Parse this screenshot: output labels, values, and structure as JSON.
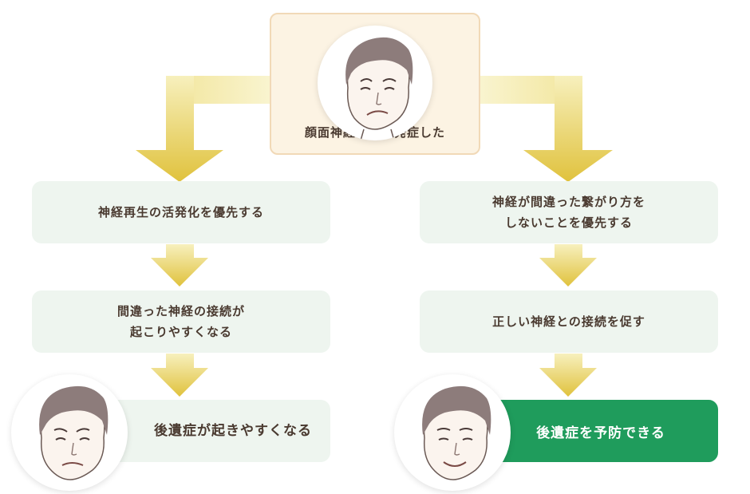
{
  "top": {
    "label": "顔面神経まひを発症した"
  },
  "left": {
    "step1": "神経再生の活発化を優先する",
    "step2": [
      "間違った神経の接続が",
      "起こりやすくなる"
    ],
    "result": "後遺症が起きやすくなる"
  },
  "right": {
    "step1": [
      "神経が間違った繋がり方を",
      "しないことを優先する"
    ],
    "step2": "正しい神経との接続を促す",
    "result": "後遺症を予防できる"
  },
  "colors": {
    "arrow_light": "#f6eeb3",
    "arrow_dark": "#e1c43f",
    "box_light": "#eef5ef",
    "box_top": "#fcf3e3",
    "result_green": "#1f9c5c"
  },
  "icons": [
    "face-sad-icon",
    "face-worried-icon",
    "face-smiling-icon"
  ]
}
